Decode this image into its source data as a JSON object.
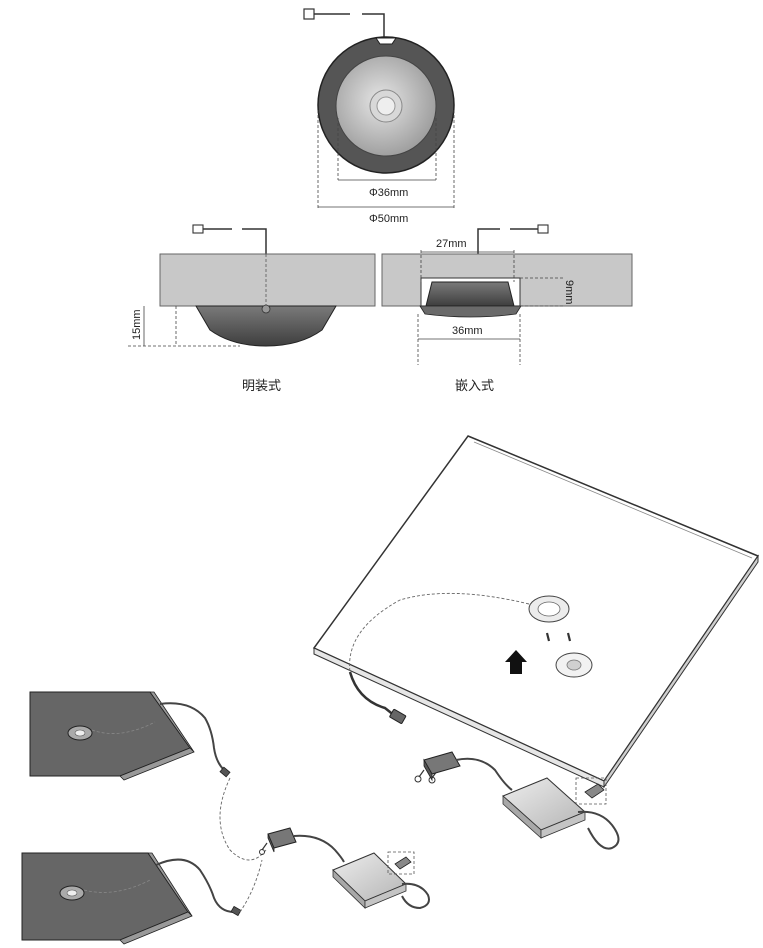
{
  "top_view": {
    "inner_diameter_label": "Φ36mm",
    "outer_diameter_label": "Φ50mm"
  },
  "surface_mount": {
    "height_label": "15mm",
    "caption": "明装式"
  },
  "recessed_mount": {
    "cutout_label": "27mm",
    "depth_label": "9mm",
    "width_label": "36mm",
    "caption": "嵌入式"
  },
  "colors": {
    "board": "#c8c8c8",
    "board_dark": "#585858",
    "ring": "#5a5a5a",
    "lens": "#bdbdbd",
    "dim_line": "#444444"
  }
}
